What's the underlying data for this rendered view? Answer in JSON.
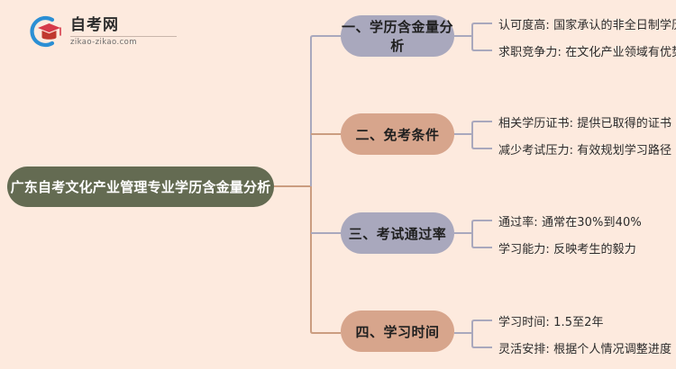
{
  "logo": {
    "title": "自考网",
    "subtitle": "zikao-zikao.com",
    "mark_icon": "graduation-cap-icon",
    "arc_color": "#2b8fd4",
    "cap_color": "#d63a4a"
  },
  "colors": {
    "background": "#fdeade",
    "center_node": "#646b52",
    "branch_purple": "#a9a8bd",
    "branch_salmon": "#d7a58c",
    "center_text": "#ffffff",
    "branch_text": "#1f1f1f",
    "leaf_text": "#2b2b2b"
  },
  "mindmap": {
    "center": {
      "label": "广东自考文化产业管理专业学历含金量分析"
    },
    "branches": [
      {
        "label": "一、学历含金量分析",
        "color": "#a9a8bd",
        "leaves": [
          "认可度高: 国家承认的非全日制学历",
          "求职竞争力: 在文化产业领域有优势"
        ]
      },
      {
        "label": "二、免考条件",
        "color": "#d7a58c",
        "leaves": [
          "相关学历证书: 提供已取得的证书",
          "减少考试压力: 有效规划学习路径"
        ]
      },
      {
        "label": "三、考试通过率",
        "color": "#a9a8bd",
        "leaves": [
          "通过率: 通常在30%到40%",
          "学习能力: 反映考生的毅力"
        ]
      },
      {
        "label": "四、学习时间",
        "color": "#d7a58c",
        "leaves": [
          "学习时间: 1.5至2年",
          "灵活安排: 根据个人情况调整进度"
        ]
      }
    ]
  }
}
